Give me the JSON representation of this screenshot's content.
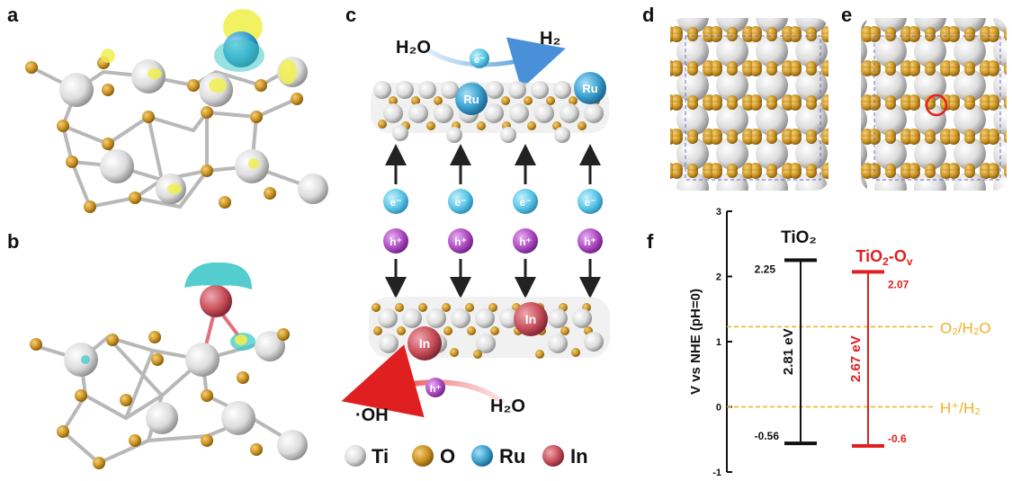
{
  "panels": {
    "a": "a",
    "b": "b",
    "c": "c",
    "d": "d",
    "e": "e",
    "f": "f"
  },
  "colors": {
    "ti": "#d9d9d9",
    "o": "#c8901e",
    "ru": "#3aa0cf",
    "in": "#c8505a",
    "electron": "#5cc8e8",
    "hole": "#b04ec4",
    "isosurface_yellow": "#f0f050",
    "isosurface_cyan": "#40c8c8",
    "tio2_line": "#111111",
    "tio2_ov_line": "#e02020",
    "redox_line": "#f0b020"
  },
  "scheme": {
    "top_left_species": "H₂O",
    "top_right_species": "H₂",
    "top_carrier": "e⁻",
    "ru_label": "Ru",
    "in_label": "In",
    "electron_label": "e⁻",
    "hole_label": "h⁺",
    "bottom_left_species": "·OH",
    "bottom_right_species": "H₂O",
    "bottom_carrier": "h⁺"
  },
  "legend": [
    {
      "label": "Ti",
      "color": "#d9d9d9"
    },
    {
      "label": "O",
      "color": "#c8901e"
    },
    {
      "label": "Ru",
      "color": "#3aa0cf"
    },
    {
      "label": "In",
      "color": "#c8505a"
    }
  ],
  "chart_data": {
    "type": "energy-level diagram",
    "ylabel": "V vs NHE (pH=0)",
    "ylim": [
      -1,
      3
    ],
    "yticks": [
      {
        "value": 3,
        "label": "3"
      },
      {
        "value": 2,
        "label": "2"
      },
      {
        "value": 1,
        "label": "1"
      },
      {
        "value": 0,
        "label": "0"
      },
      {
        "value": -1,
        "label": "-1"
      }
    ],
    "series": [
      {
        "name": "TiO₂",
        "color": "#111111",
        "valence_band": 2.25,
        "conduction_band": -0.56,
        "vb_label": "2.25",
        "cb_label": "-0.56",
        "gap_label": "2.81 eV"
      },
      {
        "name_main": "TiO",
        "name_sub": "2",
        "name_tail": "-O",
        "name_tail_sub": "v",
        "color": "#e02020",
        "valence_band": 2.07,
        "conduction_band": -0.6,
        "vb_label": "2.07",
        "cb_label": "-0.6",
        "gap_label": "2.67 eV"
      }
    ],
    "reference_levels": [
      {
        "value": 1.23,
        "label": "O₂/H₂O",
        "color": "#f0b020"
      },
      {
        "value": 0,
        "label": "H⁺/H₂",
        "color": "#f0b020"
      }
    ]
  }
}
